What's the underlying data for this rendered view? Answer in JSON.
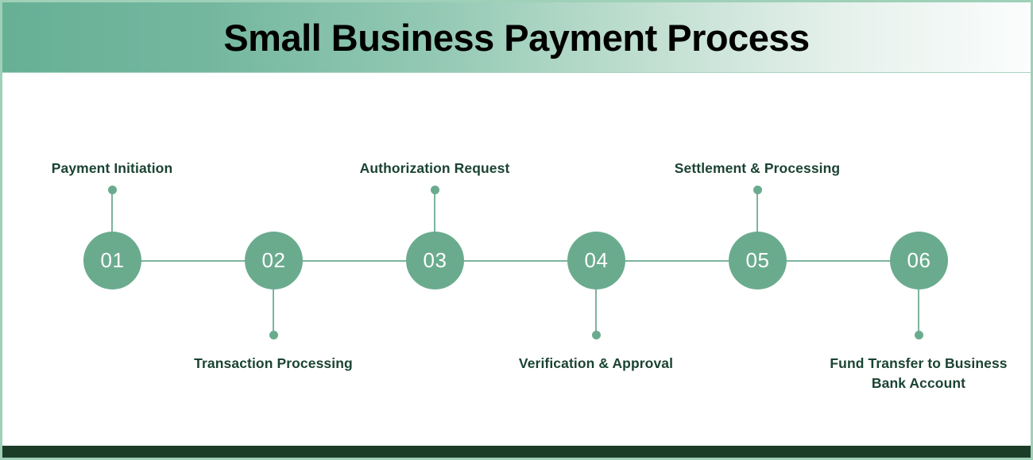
{
  "header": {
    "title": "Small Business Payment Process"
  },
  "colors": {
    "header_gradient_start": "#66b096",
    "header_gradient_end": "#fbfdfc",
    "node_fill": "#6aab8e",
    "node_number": "#ffffff",
    "label_text": "#1b4332",
    "connector": "#7cb49b",
    "frame_border": "#9fd0b8",
    "footer_bar": "#1b3d28",
    "canvas": "#ffffff"
  },
  "timeline": {
    "orientation": "horizontal",
    "step_count": 6,
    "steps": [
      {
        "number": "01",
        "label": "Payment Initiation",
        "label_position": "above"
      },
      {
        "number": "02",
        "label": "Transaction Processing",
        "label_position": "below"
      },
      {
        "number": "03",
        "label": "Authorization Request",
        "label_position": "above"
      },
      {
        "number": "04",
        "label": "Verification & Approval",
        "label_position": "below"
      },
      {
        "number": "05",
        "label": "Settlement & Processing",
        "label_position": "above"
      },
      {
        "number": "06",
        "label": "Fund Transfer to Business Bank Account",
        "label_position": "below"
      }
    ]
  }
}
